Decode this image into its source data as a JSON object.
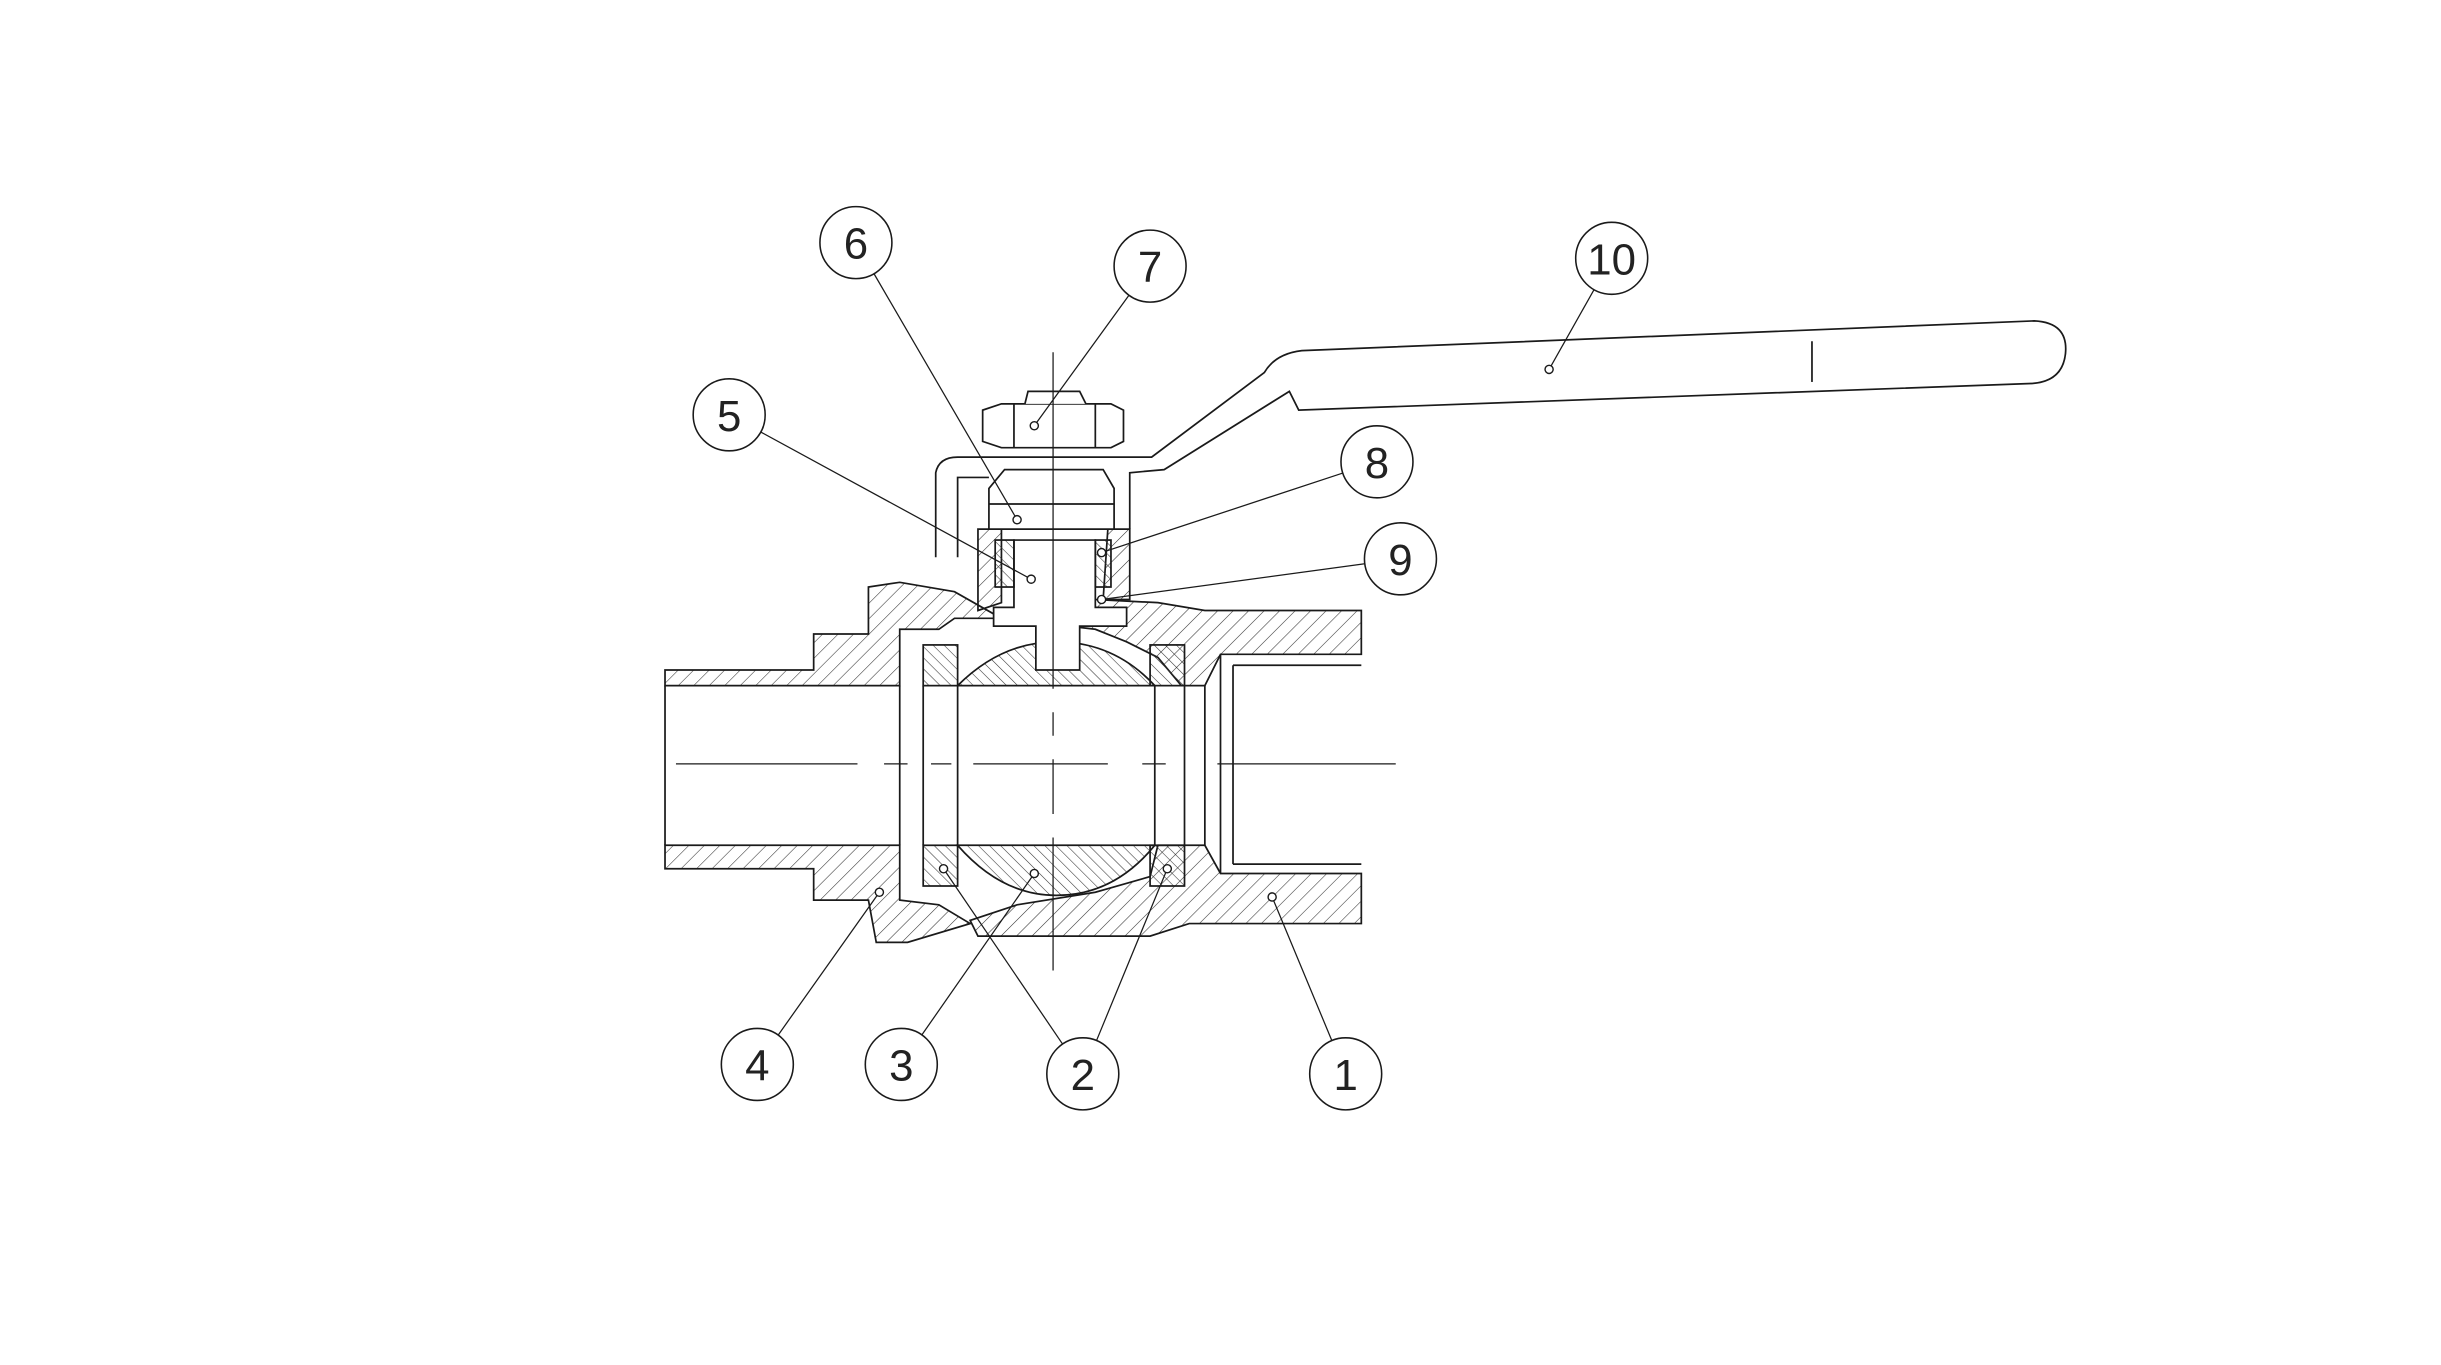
{
  "drawing": {
    "type": "ball valve cross-section",
    "line_color": "#1a1a1a",
    "background": "#ffffff",
    "balloons": [
      {
        "label": "1"
      },
      {
        "label": "2"
      },
      {
        "label": "3"
      },
      {
        "label": "4"
      },
      {
        "label": "5"
      },
      {
        "label": "6"
      },
      {
        "label": "7"
      },
      {
        "label": "8"
      },
      {
        "label": "9"
      },
      {
        "label": "10"
      }
    ]
  }
}
